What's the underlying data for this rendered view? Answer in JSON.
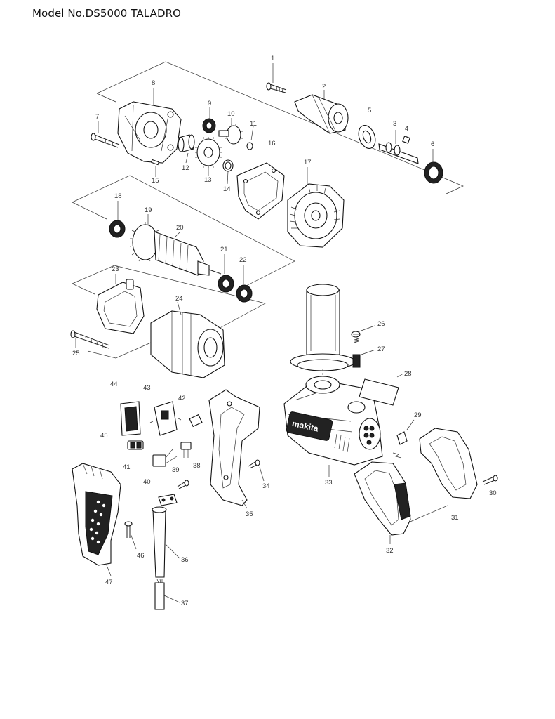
{
  "title": "Model No.DS5000 TALADRO",
  "brand_plate": "makita",
  "part_numbers": [
    "1",
    "2",
    "3",
    "4",
    "5",
    "6",
    "7",
    "8",
    "9",
    "10",
    "11",
    "12",
    "13",
    "14",
    "15",
    "16",
    "17",
    "18",
    "19",
    "20",
    "21",
    "22",
    "23",
    "24",
    "25",
    "26",
    "27",
    "28",
    "29",
    "30",
    "31",
    "32",
    "33",
    "34",
    "35",
    "36",
    "37",
    "38",
    "39",
    "40",
    "41",
    "42",
    "43",
    "44",
    "45",
    "46",
    "47"
  ]
}
